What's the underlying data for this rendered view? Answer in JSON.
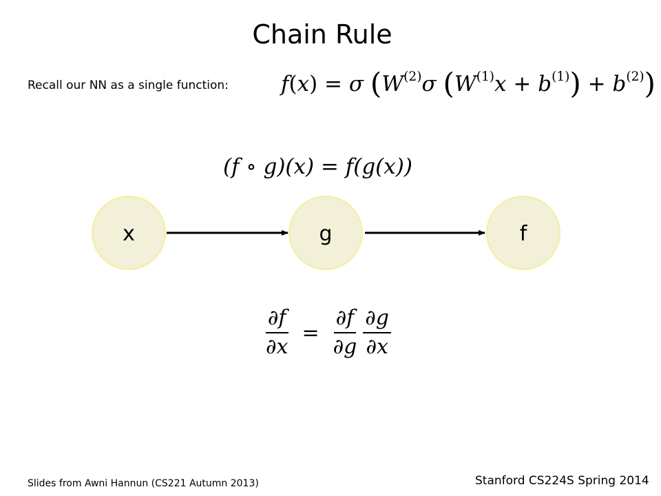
{
  "slide": {
    "title": "Chain Rule",
    "recall_label": "Recall our NN as a single function:"
  },
  "formulas": {
    "nn": {
      "f": "f",
      "x": "x",
      "lparen": "(",
      "rparen": ")",
      "equals": "=",
      "sigma": "σ",
      "W": "W",
      "sup_2": "(2)",
      "sup_1": "(1)",
      "b": "b",
      "plus": "+"
    },
    "compose": {
      "text": "(f ∘ g)(x) = f(g(x))"
    },
    "derivative": {
      "lhs_num": "∂f",
      "lhs_den": "∂x",
      "equals": "=",
      "r1_num": "∂f",
      "r1_den": "∂g",
      "r2_num": "∂g",
      "r2_den": "∂x"
    }
  },
  "graph": {
    "nodes": [
      {
        "id": "x",
        "label": "x"
      },
      {
        "id": "g",
        "label": "g"
      },
      {
        "id": "f",
        "label": "f"
      }
    ],
    "edges": [
      {
        "from": "x",
        "to": "g"
      },
      {
        "from": "g",
        "to": "f"
      }
    ],
    "node_fill": "#f2f0d8",
    "node_stroke": "#f5ef9a"
  },
  "footer": {
    "credit": "Slides from Awni Hannun (CS221 Autumn 2013)",
    "course": "Stanford CS224S Spring 2014"
  }
}
